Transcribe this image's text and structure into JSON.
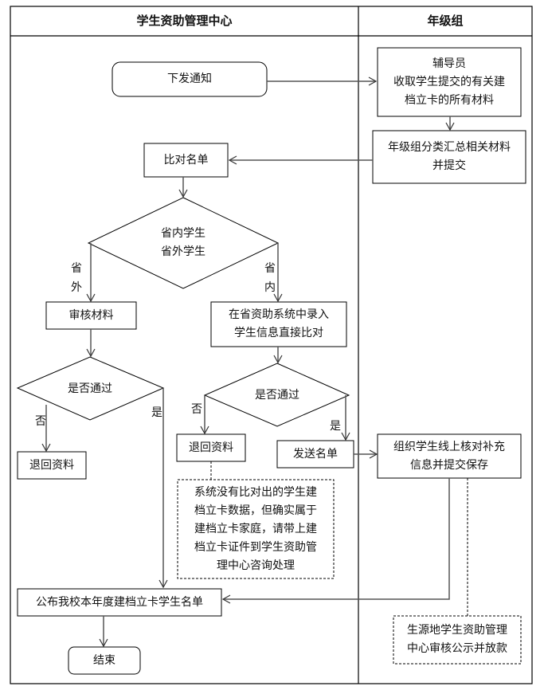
{
  "lanes": {
    "left": {
      "title": "学生资助管理中心"
    },
    "right": {
      "title": "年级组"
    }
  },
  "nodes": {
    "issue_notice": {
      "text": "下发通知",
      "shape": "rounded-rect"
    },
    "counselor": {
      "text": "辅导员\n收取学生提交的有关建\n档立卡的所有材料",
      "shape": "rect"
    },
    "grade_summary": {
      "text": "年级组分类汇总相关材料\n并提交",
      "shape": "rect"
    },
    "compare_list": {
      "text": "比对名单",
      "shape": "rect"
    },
    "province_decision": {
      "text": "省内学生\n省外学生",
      "shape": "diamond"
    },
    "review_materials": {
      "text": "审核材料",
      "shape": "rect"
    },
    "enter_system": {
      "text": "在省资助系统中录入\n学生信息直接比对",
      "shape": "rect"
    },
    "pass_decision_left": {
      "text": "是否通过",
      "shape": "diamond"
    },
    "pass_decision_right": {
      "text": "是否通过",
      "shape": "diamond"
    },
    "return_left": {
      "text": "退回资料",
      "shape": "rect"
    },
    "return_mid": {
      "text": "退回资料",
      "shape": "rect"
    },
    "send_list": {
      "text": "发送名单",
      "shape": "rect"
    },
    "organize_check": {
      "text": "组织学生线上核对补充\n信息并提交保存",
      "shape": "rect"
    },
    "note_unmatched": {
      "text": "系统没有比对出的学生建\n档立卡数据，但确实属于\n建档立卡家庭，请带上建\n档立卡证件到学生资助管\n理中心咨询处理",
      "shape": "dashed-rect"
    },
    "publish_list": {
      "text": "公布我校本年度建档立卡学生名单",
      "shape": "rect"
    },
    "end": {
      "text": "结束",
      "shape": "rounded-rect"
    },
    "origin_review": {
      "text": "生源地学生资助管理\n中心审核公示并放款",
      "shape": "dashed-rect"
    }
  },
  "edge_labels": {
    "out_of_province": "省外",
    "in_province": "省内",
    "no_left": "否",
    "yes_left": "是",
    "no_right": "否",
    "yes_right": "是"
  },
  "colors": {
    "line": "#000000",
    "arrow": "#555555",
    "background": "#ffffff"
  }
}
